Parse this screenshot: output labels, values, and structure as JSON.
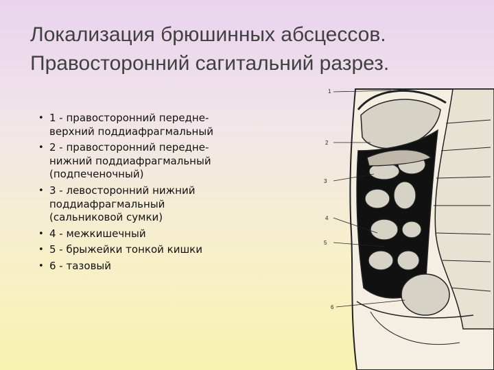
{
  "title": {
    "line1": "Локализация брюшинных абсцессов.",
    "line2": "Правосторонний сагитальний разрез."
  },
  "items": [
    {
      "lines": [
        "1 - правосторонний передне-",
        "верхний поддиафрагмальный"
      ]
    },
    {
      "lines": [
        "2 - правосторонний передне-",
        "нижний поддиафрагмальный",
        "(подпеченочный)"
      ]
    },
    {
      "lines": [
        "3 - левосторонний нижний",
        "поддиафрагмальный",
        "(сальниковой сумки)"
      ]
    },
    {
      "lines": [
        "4 - межкишечный"
      ]
    },
    {
      "lines": [
        "5 - брыжейки тонкой кишки"
      ]
    },
    {
      "lines": [
        "6 - тазовый"
      ]
    }
  ],
  "bullet_glyph": "•",
  "figure_labels": [
    "1",
    "2",
    "3",
    "4",
    "5",
    "6"
  ],
  "colors": {
    "organ_fill": "#d7d2c6",
    "cavity": "#111111"
  }
}
